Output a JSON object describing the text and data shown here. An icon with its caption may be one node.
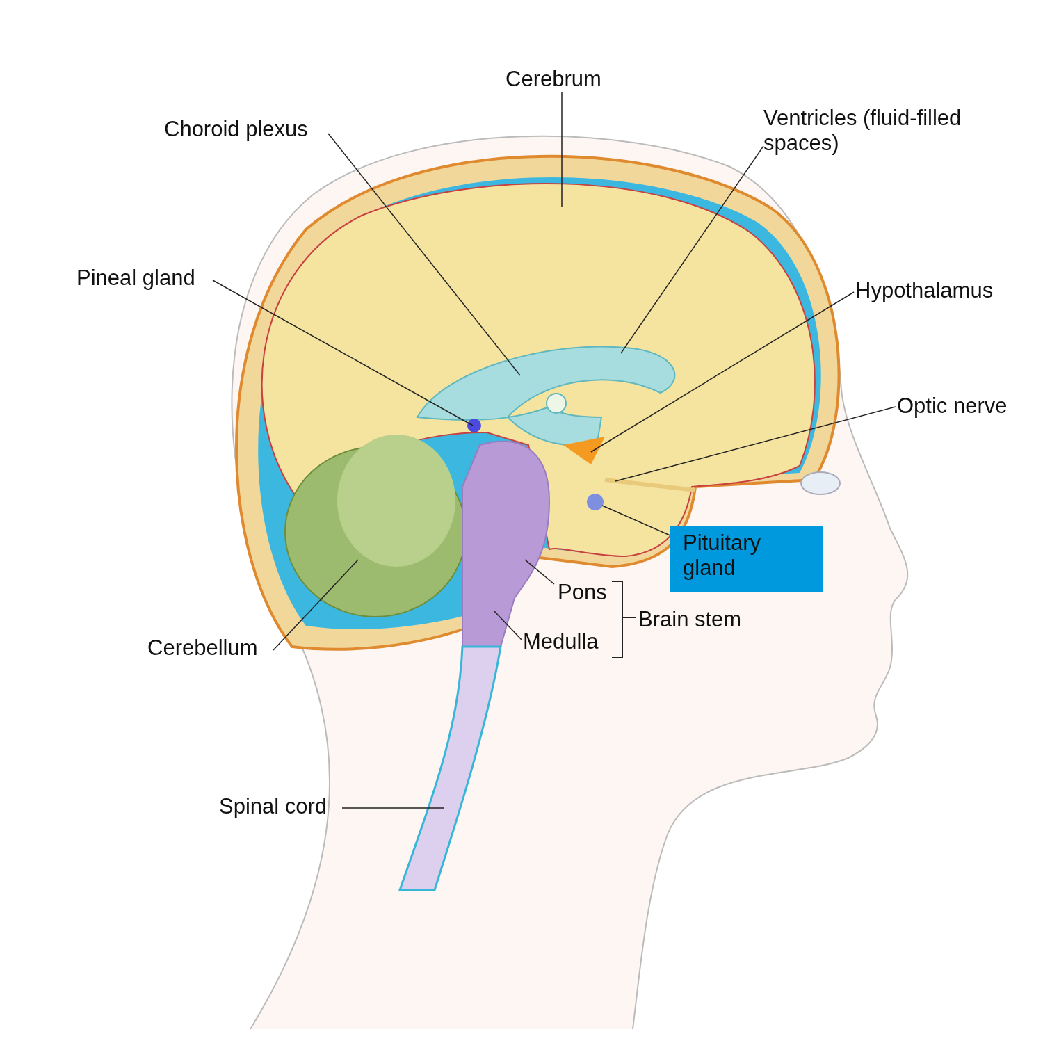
{
  "diagram": {
    "nodes": [
      {
        "text": [
          "Cerebrum"
        ]
      },
      {
        "text": [
          "Choroid plexus"
        ]
      },
      {
        "text": [
          "Ventricles (fluid-filled spaces)"
        ]
      },
      {
        "text": [
          "Pineal gland"
        ]
      },
      {
        "text": [
          "Hypothalamus"
        ]
      },
      {
        "text": [
          "Optic nerve"
        ]
      },
      {
        "text": [
          "Pituitary gland"
        ]
      },
      {
        "text": [
          "Pons"
        ]
      },
      {
        "text": [
          "Medulla"
        ]
      },
      {
        "text": [
          "Cerebellum"
        ]
      },
      {
        "text": [
          "Spinal cord"
        ]
      }
    ],
    "edges": [
      {
        "from": 0,
        "to": null,
        "arrow": "none"
      },
      {
        "from": 1,
        "to": null,
        "arrow": "none"
      },
      {
        "from": 2,
        "to": null,
        "arrow": "none"
      },
      {
        "from": 3,
        "to": null,
        "arrow": "none"
      },
      {
        "from": 4,
        "to": null,
        "arrow": "none"
      },
      {
        "from": 5,
        "to": null,
        "arrow": "none"
      },
      {
        "from": 6,
        "to": null,
        "arrow": "none"
      },
      {
        "from": 7,
        "to": null,
        "arrow": "none"
      },
      {
        "from": 8,
        "to": null,
        "arrow": "none"
      },
      {
        "from": 9,
        "to": null,
        "arrow": "none"
      },
      {
        "from": 10,
        "to": null,
        "arrow": "none"
      }
    ],
    "labels": [
      "Brain stem"
    ]
  }
}
